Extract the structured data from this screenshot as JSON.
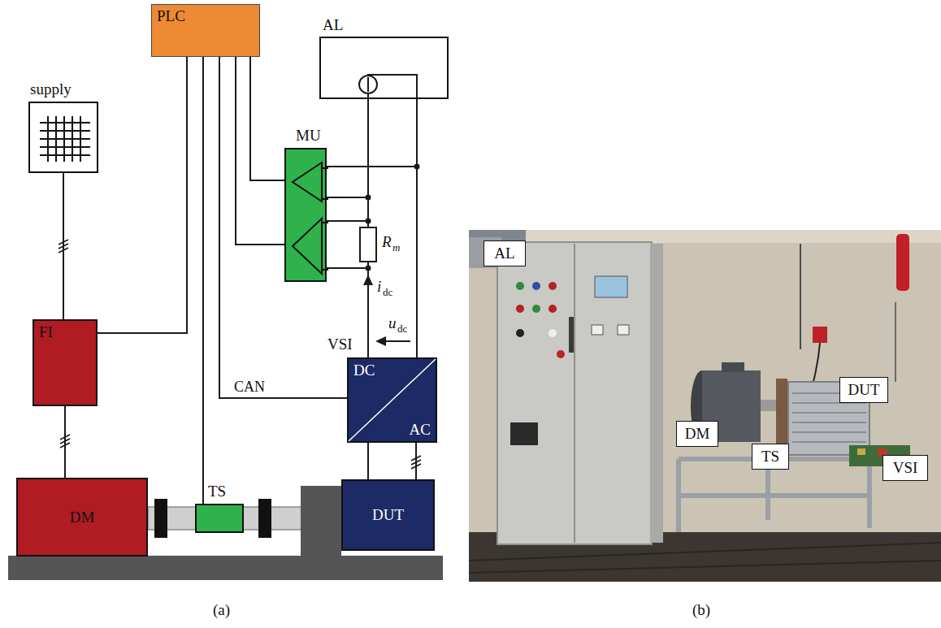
{
  "diagram": {
    "nodes": [
      {
        "text": [
          "PLC"
        ]
      },
      {
        "text": [
          "AL"
        ]
      },
      {
        "text": [
          "supply"
        ]
      },
      {
        "text": [
          "MU"
        ]
      },
      {
        "text": [
          "FI"
        ]
      },
      {
        "text": [
          "VSI",
          "DC",
          "AC"
        ]
      },
      {
        "text": [
          "DM"
        ]
      },
      {
        "text": [
          "TS"
        ]
      },
      {
        "text": [
          "DUT"
        ]
      },
      {
        "text": [
          "AL"
        ]
      },
      {
        "text": [
          "DM"
        ]
      },
      {
        "text": [
          "TS"
        ]
      },
      {
        "text": [
          "DUT"
        ]
      },
      {
        "text": [
          "VSI"
        ]
      }
    ],
    "edges": [
      {
        "from": 0,
        "to": 4,
        "arrow": "none"
      },
      {
        "from": 0,
        "to": 7,
        "arrow": "none"
      },
      {
        "from": 0,
        "to": 5,
        "label": "CAN",
        "arrow": "none"
      },
      {
        "from": 0,
        "to": 3,
        "arrow": "none"
      },
      {
        "from": 0,
        "to": 3,
        "arrow": "none"
      },
      {
        "from": 2,
        "to": 4,
        "arrow": "none"
      },
      {
        "from": 4,
        "to": 6,
        "arrow": "none"
      },
      {
        "from": 5,
        "to": 8,
        "arrow": "none"
      },
      {
        "from": 5,
        "to": 8,
        "arrow": "none"
      },
      {
        "from": 1,
        "to": 5,
        "arrow": "none"
      }
    ],
    "labels": [
      "R",
      "m",
      "i",
      "dc",
      "u",
      "dc",
      "(a)",
      "(b)"
    ]
  }
}
